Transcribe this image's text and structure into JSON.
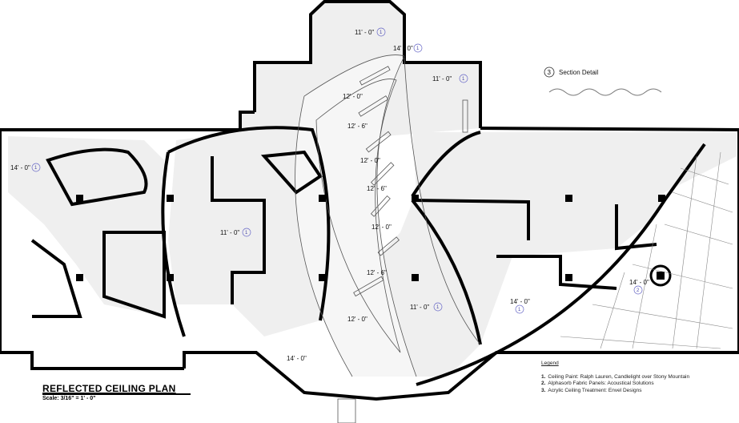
{
  "title": "REFLECTED CEILING PLAN",
  "scale": "Scale:  3/16\" = 1' - 0\"",
  "section_detail": {
    "number": "3",
    "label": "Section Detail"
  },
  "legend": {
    "heading": "Legend",
    "items": [
      {
        "num": "1.",
        "text": "Ceiling Paint:  Ralph Lauren, Candlelight over Stony Mountain"
      },
      {
        "num": "2.",
        "text": "Alphasorb Fabric Panels:  Acoustical Solutions"
      },
      {
        "num": "3.",
        "text": "Acrylic Ceiling Treatment:  Envel Designs"
      }
    ]
  },
  "heights": [
    {
      "text": "11' - 0\"",
      "tag": "1"
    },
    {
      "text": "14' - 0\"",
      "tag": "1"
    },
    {
      "text": "11' - 0\"",
      "tag": "1"
    },
    {
      "text": "12' - 0\"",
      "tag": ""
    },
    {
      "text": "12' - 6\"",
      "tag": ""
    },
    {
      "text": "12' - 0\"",
      "tag": ""
    },
    {
      "text": "12' - 6\"",
      "tag": ""
    },
    {
      "text": "12' - 0\"",
      "tag": ""
    },
    {
      "text": "12' - 6\"",
      "tag": ""
    },
    {
      "text": "12' - 0\"",
      "tag": ""
    },
    {
      "text": "11' - 0\"",
      "tag": "1"
    },
    {
      "text": "14' - 0\"",
      "tag": ""
    },
    {
      "text": "14' - 0\"",
      "tag": "1"
    },
    {
      "text": "11' - 0\"",
      "tag": "1"
    },
    {
      "text": "14' - 0\"",
      "tag": "1"
    },
    {
      "text": "14' - 0\"",
      "tag": "2"
    }
  ],
  "colors": {
    "ceiling_fill": "#efefef",
    "tag_circle": "#6a6ac8"
  }
}
